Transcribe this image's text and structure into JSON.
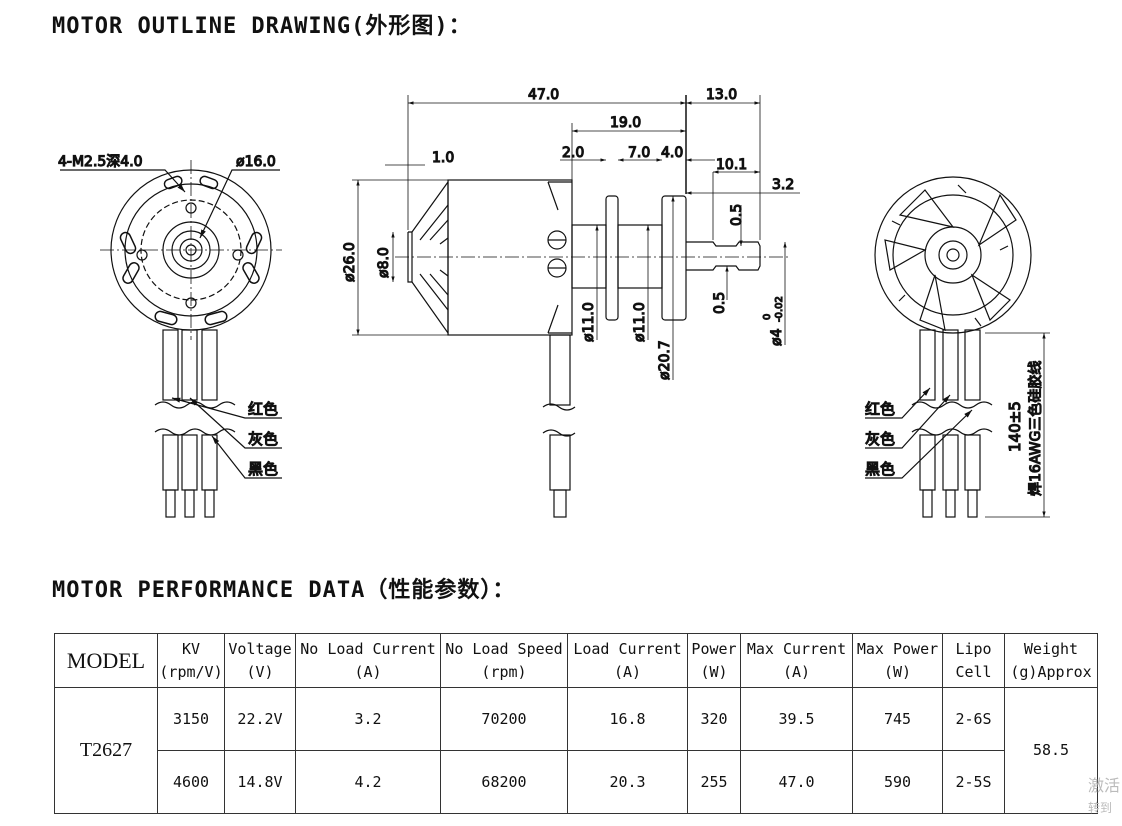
{
  "headings": {
    "outline": "MOTOR OUTLINE DRAWING(外形图)：",
    "performance": "MOTOR PERFORMANCE DATA（性能参数）："
  },
  "drawing": {
    "front_view": {
      "holes": "4-M2.5深4.0",
      "diameter": "ø16.0"
    },
    "side_view": {
      "dim_1": "1.0",
      "dim_47": "47.0",
      "dim_13": "13.0",
      "dim_19": "19.0",
      "dim_2": "2.0",
      "dim_7": "7.0",
      "dim_4": "4.0",
      "dim_10_1": "10.1",
      "dim_3_2": "3.2",
      "dim_05_top": "0.5",
      "dim_05_bottom": "0.5",
      "dia_26": "ø26.0",
      "dia_8": "ø8.0",
      "dia_11a": "ø11.0",
      "dia_11b": "ø11.0",
      "dia_20_7": "ø20.7",
      "dia_4": "ø4",
      "dia_4_tol_upper": "0",
      "dia_4_tol_lower": "-0.02"
    },
    "wire_labels": {
      "red": "红色",
      "gray": "灰色",
      "black": "黑色"
    },
    "wire_length": "140±5",
    "wire_spec": "焊16AWG三色硅胶线"
  },
  "table": {
    "headers": [
      {
        "l1": "MODEL",
        "l2": ""
      },
      {
        "l1": "KV",
        "l2": "(rpm/V)"
      },
      {
        "l1": "Voltage",
        "l2": "(V)"
      },
      {
        "l1": "No Load Current",
        "l2": "(A)"
      },
      {
        "l1": "No Load Speed",
        "l2": "(rpm)"
      },
      {
        "l1": "Load Current",
        "l2": "(A)"
      },
      {
        "l1": "Power",
        "l2": "(W)"
      },
      {
        "l1": "Max Current",
        "l2": "(A)"
      },
      {
        "l1": "Max Power",
        "l2": "(W)"
      },
      {
        "l1": "Lipo",
        "l2": "Cell"
      },
      {
        "l1": "Weight",
        "l2": "(g)Approx"
      }
    ],
    "model": "T2627",
    "weight": "58.5",
    "rows": [
      {
        "kv": "3150",
        "voltage": "22.2V",
        "no_load_current": "3.2",
        "no_load_speed": "70200",
        "load_current": "16.8",
        "power": "320",
        "max_current": "39.5",
        "max_power": "745",
        "lipo": "2-6S"
      },
      {
        "kv": "4600",
        "voltage": "14.8V",
        "no_load_current": "4.2",
        "no_load_speed": "68200",
        "load_current": "20.3",
        "power": "255",
        "max_current": "47.0",
        "max_power": "590",
        "lipo": "2-5S"
      }
    ]
  },
  "watermark": {
    "line1": "激活",
    "line2": "转到"
  }
}
